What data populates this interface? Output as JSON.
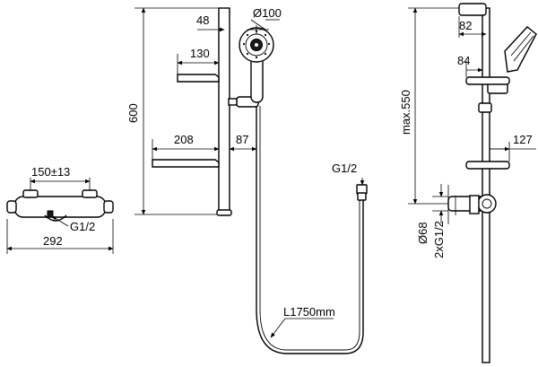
{
  "drawing": {
    "dims": {
      "mixer_center_distance": "150±13",
      "mixer_inlet": "G1/2",
      "mixer_width": "292",
      "rail_height": "600",
      "rail_to_head_offset": "48",
      "head_diameter": "Ø100",
      "upper_shelf_width": "130",
      "lower_shelf_width": "208",
      "rail_to_hose_offset": "87",
      "hose_connector": "G1/2",
      "hose_length": "L1750mm",
      "side_head_depth": "82",
      "side_holder_depth": "84",
      "side_height": "max.550",
      "side_shelf_depth": "127",
      "side_outlet_diameter": "Ø68",
      "side_inlets": "2xG1/2"
    }
  }
}
